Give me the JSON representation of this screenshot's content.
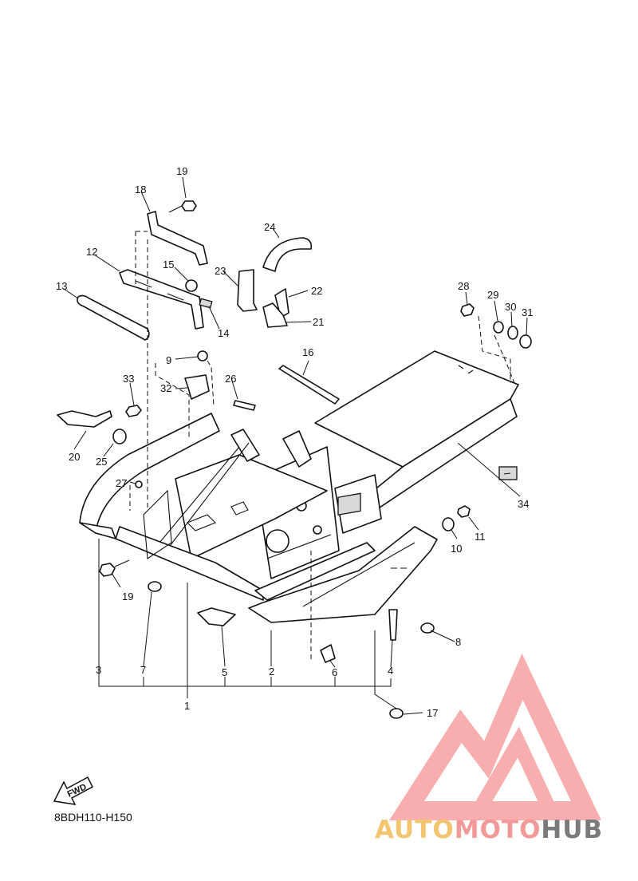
{
  "diagram_code": "8BDH110-H150",
  "fwd_label": "FWD",
  "watermark": {
    "part1": "AUTO",
    "part2": "MOTO",
    "part3": "HUB",
    "colors": {
      "auto": "#f3c56f",
      "moto": "#f29a9a",
      "hub": "#7a7a7a",
      "logo": "#f7a0a0"
    }
  },
  "callouts": {
    "n1": "1",
    "n2": "2",
    "n3": "3",
    "n4": "4",
    "n5": "5",
    "n6": "6",
    "n7": "7",
    "n8": "8",
    "n9": "9",
    "n10": "10",
    "n11": "11",
    "n12": "12",
    "n13": "13",
    "n14": "14",
    "n15": "15",
    "n16": "16",
    "n17": "17",
    "n18": "18",
    "n19a": "19",
    "n19b": "19",
    "n20": "20",
    "n21": "21",
    "n22": "22",
    "n23": "23",
    "n24": "24",
    "n25": "25",
    "n26": "26",
    "n27": "27",
    "n28": "28",
    "n29": "29",
    "n30": "30",
    "n31": "31",
    "n32": "32",
    "n33": "33",
    "n34": "34"
  }
}
